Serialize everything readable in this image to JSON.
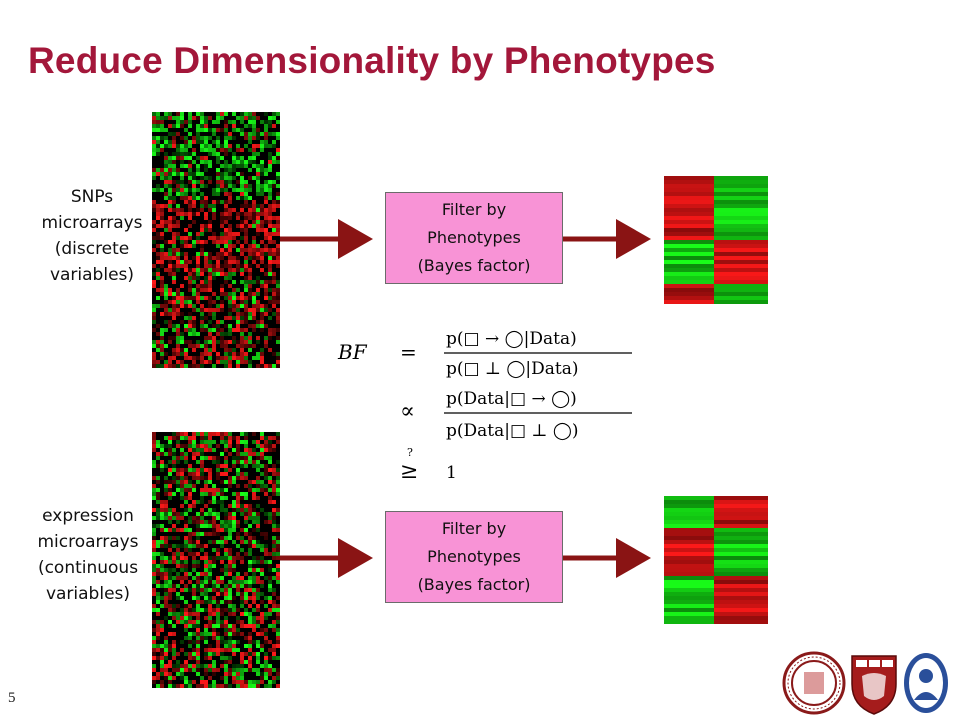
{
  "slide": {
    "title": "Reduce Dimensionality by Phenotypes",
    "number": "5"
  },
  "diagram": {
    "top_row": {
      "source_label": [
        "SNPs",
        "microarrays",
        "(discrete",
        "variables)"
      ],
      "filter_box": [
        "Filter by",
        "Phenotypes",
        "(Bayes factor)"
      ]
    },
    "bottom_row": {
      "source_label": [
        "expression",
        "microarrays",
        "(continuous",
        "variables)"
      ],
      "filter_box": [
        "Filter by",
        "Phenotypes",
        "(Bayes factor)"
      ]
    },
    "formula": {
      "lhs": "BF",
      "eq": "=",
      "num1": "p(□ → ◯|Data)",
      "den1": "p(□ ⊥ ◯|Data)",
      "prop": "∝",
      "num2": "p(Data|□ → ◯)",
      "den2": "p(Data|□ ⊥ ◯)",
      "geq": "≥",
      "q": "?",
      "rhs": "1"
    },
    "colors": {
      "title": "#a3173a",
      "arrow": "#8a1414",
      "filter_box": "#f893d6",
      "heat_red": "#d81818",
      "heat_green": "#18b818"
    }
  },
  "logos": [
    "university-seal",
    "harvard-shield",
    "hospital-emblem"
  ]
}
